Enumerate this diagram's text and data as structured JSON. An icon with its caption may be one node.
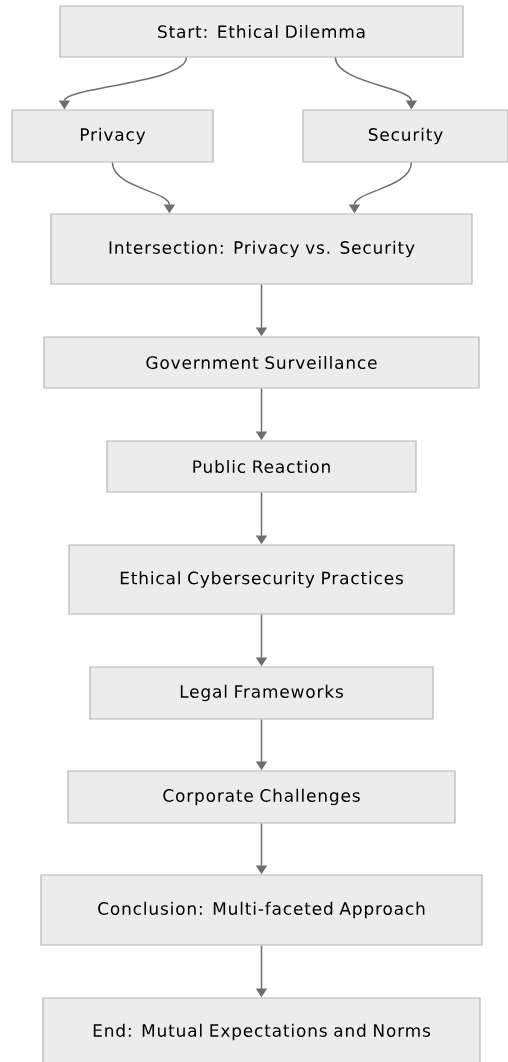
{
  "diagram": {
    "nodes": [
      {
        "text": [
          "Start: Ethical Dilemma"
        ]
      },
      {
        "text": [
          "Privacy"
        ]
      },
      {
        "text": [
          "Security"
        ]
      },
      {
        "text": [
          "Intersection: Privacy vs. Security"
        ]
      },
      {
        "text": [
          "Government Surveillance"
        ]
      },
      {
        "text": [
          "Public Reaction"
        ]
      },
      {
        "text": [
          "Ethical Cybersecurity Practices"
        ]
      },
      {
        "text": [
          "Legal Frameworks"
        ]
      },
      {
        "text": [
          "Corporate Challenges"
        ]
      },
      {
        "text": [
          "Conclusion: Multi-faceted Approach"
        ]
      },
      {
        "text": [
          "End: Mutual Expectations and Norms"
        ]
      }
    ],
    "edges": [
      {
        "from": 0,
        "to": 1,
        "arrow": "to"
      },
      {
        "from": 0,
        "to": 2,
        "arrow": "to"
      },
      {
        "from": 1,
        "to": 3,
        "arrow": "to"
      },
      {
        "from": 2,
        "to": 3,
        "arrow": "to"
      },
      {
        "from": 3,
        "to": 4,
        "arrow": "to"
      },
      {
        "from": 4,
        "to": 5,
        "arrow": "to"
      },
      {
        "from": 5,
        "to": 6,
        "arrow": "to"
      },
      {
        "from": 6,
        "to": 7,
        "arrow": "to"
      },
      {
        "from": 7,
        "to": 8,
        "arrow": "to"
      },
      {
        "from": 8,
        "to": 9,
        "arrow": "to"
      },
      {
        "from": 9,
        "to": 10,
        "arrow": "to"
      }
    ]
  }
}
